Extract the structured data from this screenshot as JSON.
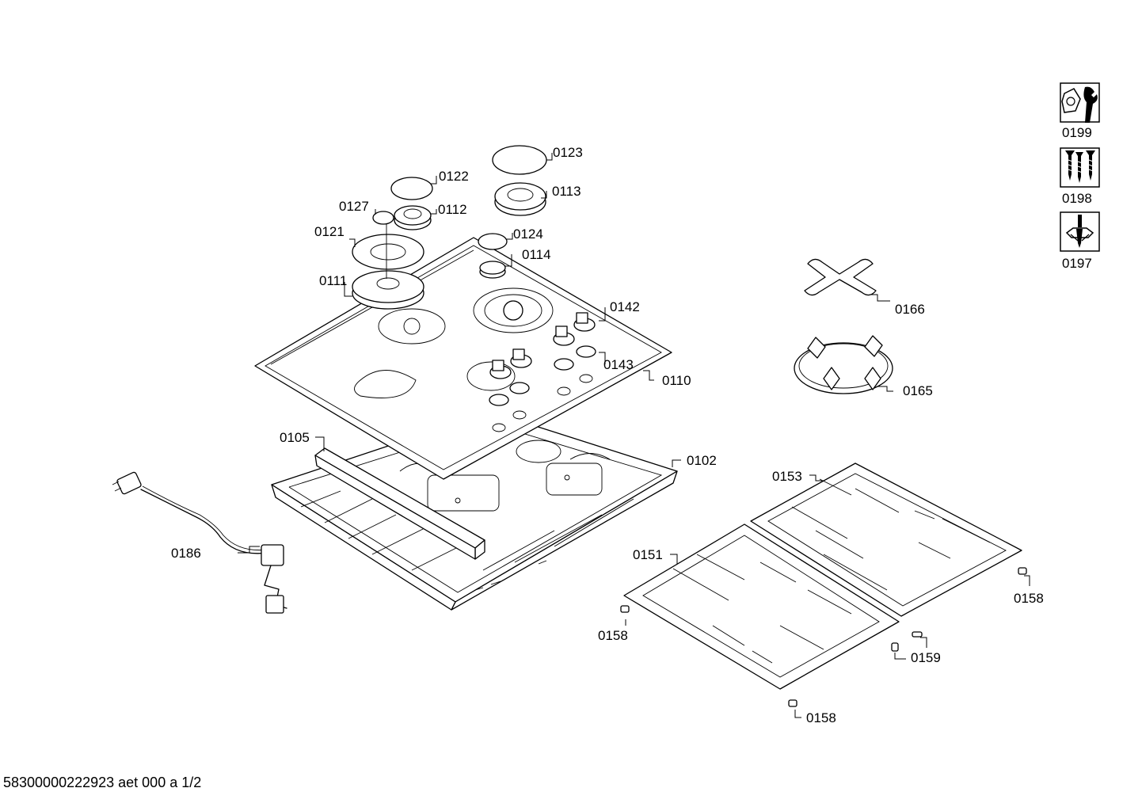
{
  "labels": {
    "p0123": "0123",
    "p0122": "0122",
    "p0113": "0113",
    "p0127": "0127",
    "p0112": "0112",
    "p0121": "0121",
    "p0124": "0124",
    "p0114": "0114",
    "p0111": "0111",
    "p0142": "0142",
    "p0143": "0143",
    "p0110": "0110",
    "p0105": "0105",
    "p0102": "0102",
    "p0186": "0186",
    "p0166": "0166",
    "p0165": "0165",
    "p0153": "0153",
    "p0151": "0151",
    "p0158a": "0158",
    "p0158b": "0158",
    "p0158c": "0158",
    "p0159": "0159"
  },
  "service_icons": [
    {
      "code": "0199",
      "icon": "nut-wrench-icon"
    },
    {
      "code": "0198",
      "icon": "screws-icon"
    },
    {
      "code": "0197",
      "icon": "screwdriver-icon"
    }
  ],
  "footer": "58300000222923 aet 000 a 1/2"
}
